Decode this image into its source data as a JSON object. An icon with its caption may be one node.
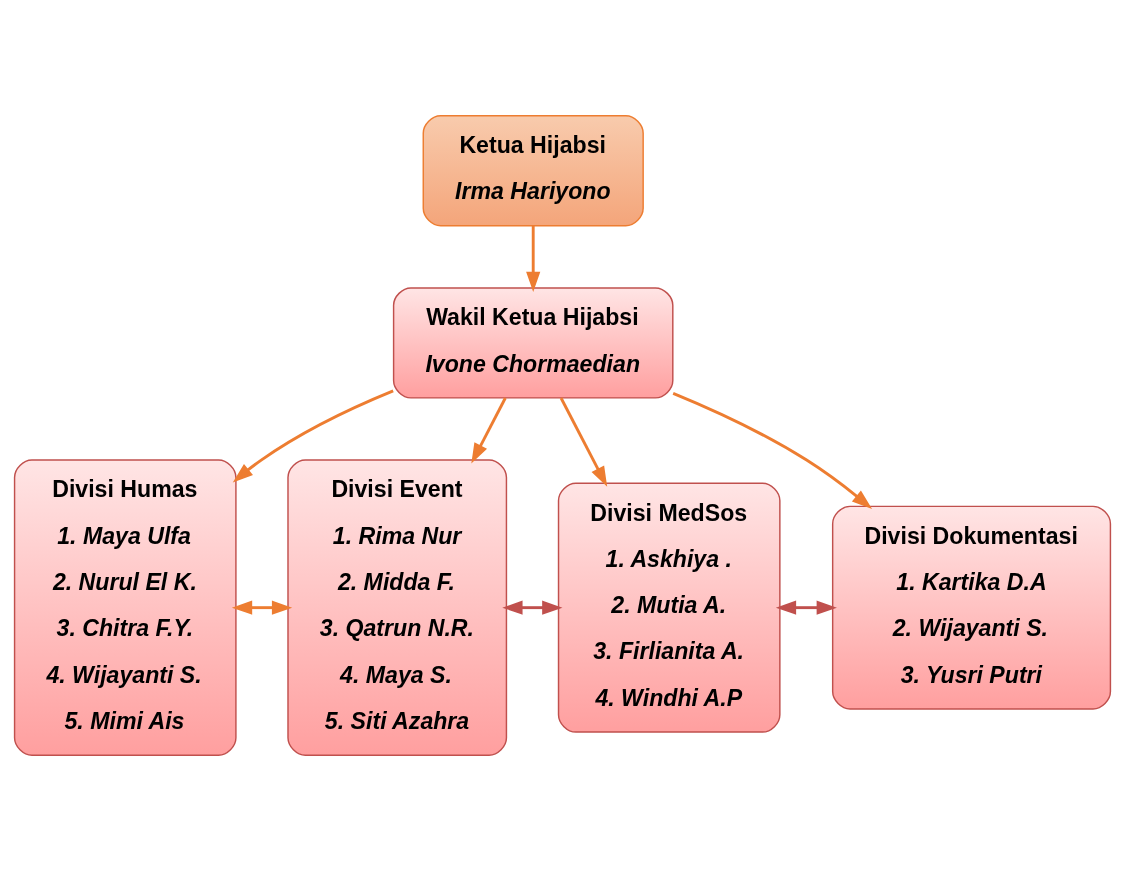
{
  "diagram": {
    "nodes": [
      {
        "text": [
          "Ketua Hijabsi",
          "Irma Hariyono"
        ]
      },
      {
        "text": [
          "Wakil Ketua Hijabsi",
          "Ivone Chormaedian"
        ]
      },
      {
        "text": [
          "Divisi Humas",
          "1. Maya Ulfa",
          "2. Nurul El K.",
          "3. Chitra F.Y.",
          "4. Wijayanti S.",
          "5. Mimi Ais"
        ]
      },
      {
        "text": [
          "Divisi Event",
          "1. Rima Nur",
          "2. Midda F.",
          "3. Qatrun N.R.",
          "4. Maya S.",
          "5. Siti Azahra"
        ]
      },
      {
        "text": [
          "Divisi MedSos",
          "1. Askhiya .",
          "2. Mutia A.",
          "3. Firlianita A.",
          "4. Windhi A.P"
        ]
      },
      {
        "text": [
          "Divisi Dokumentasi",
          "1. Kartika D.A",
          "2. Wijayanti S.",
          "3. Yusri Putri"
        ]
      }
    ],
    "edges": [
      {
        "from": 0,
        "to": 1,
        "arrow": "to"
      },
      {
        "from": 1,
        "to": 2,
        "arrow": "to"
      },
      {
        "from": 1,
        "to": 3,
        "arrow": "to"
      },
      {
        "from": 1,
        "to": 4,
        "arrow": "to"
      },
      {
        "from": 1,
        "to": 5,
        "arrow": "to"
      },
      {
        "from": 2,
        "to": 3,
        "arrow": "both"
      },
      {
        "from": 3,
        "to": 4,
        "arrow": "both",
        "color": "#c0504d"
      },
      {
        "from": 4,
        "to": 5,
        "arrow": "both",
        "color": "#c0504d"
      }
    ]
  }
}
